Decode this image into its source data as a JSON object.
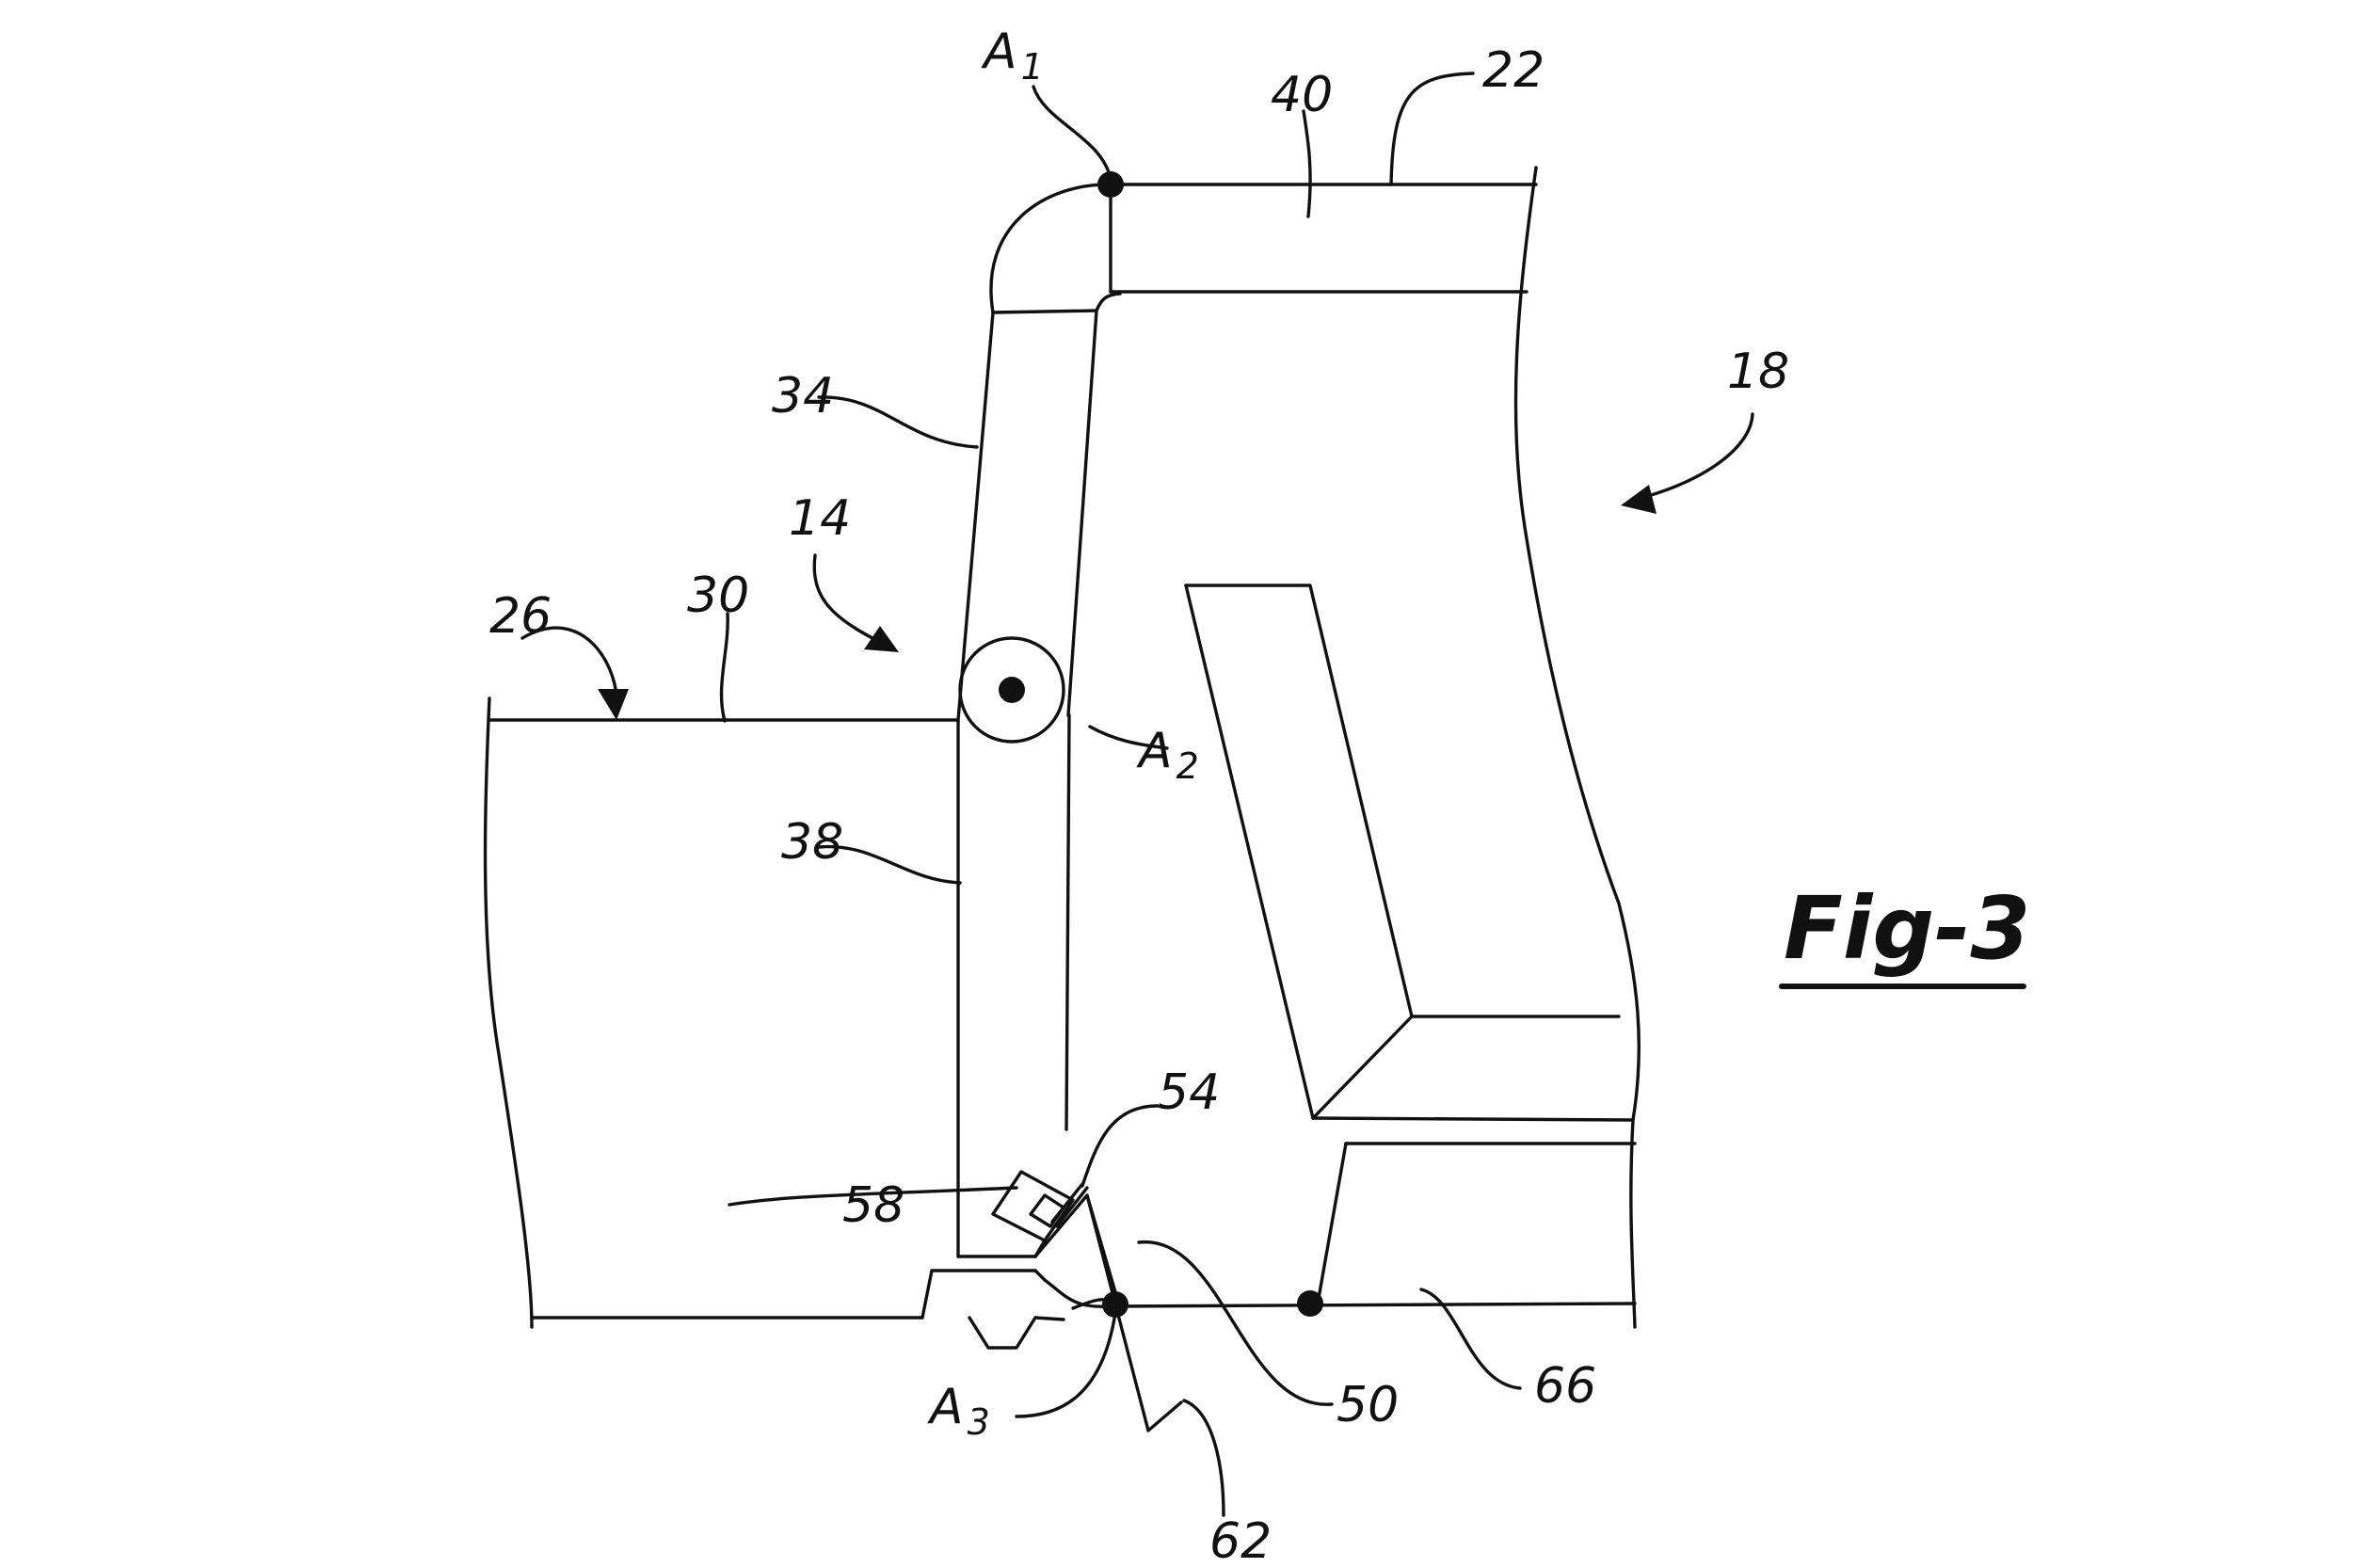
{
  "figure": {
    "title": "Fig-3",
    "references": {
      "r18": "18",
      "r22": "22",
      "r40": "40",
      "r34": "34",
      "r14": "14",
      "r26": "26",
      "r30": "30",
      "r38": "38",
      "r54": "54",
      "r58": "58",
      "r50": "50",
      "r66": "66",
      "r62": "62"
    },
    "points": {
      "a1": {
        "letter": "A",
        "index": "1"
      },
      "a2": {
        "letter": "A",
        "index": "2"
      },
      "a3": {
        "letter": "A",
        "index": "3"
      }
    }
  }
}
